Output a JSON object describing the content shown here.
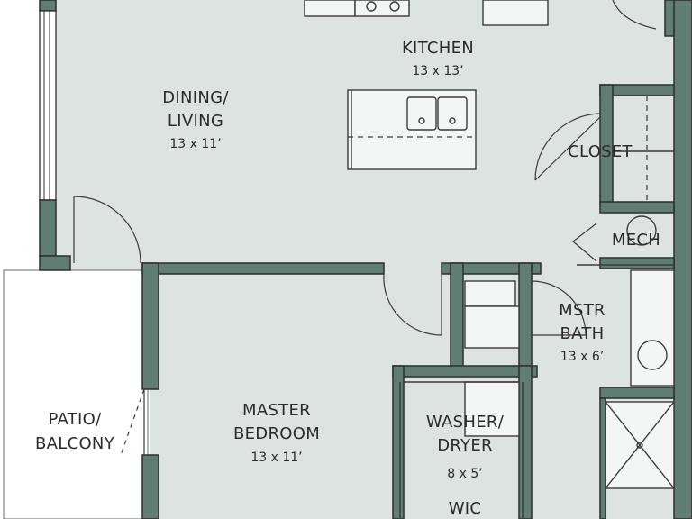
{
  "rooms": {
    "kitchen": {
      "name": "KITCHEN",
      "size": "13 x 13’"
    },
    "dining_living": {
      "name_line1": "DINING/",
      "name_line2": "LIVING",
      "size": "13 x 11’"
    },
    "closet": {
      "name": "CLOSET"
    },
    "mech": {
      "name": "MECH"
    },
    "master_bath": {
      "name_line1": "MSTR",
      "name_line2": "BATH",
      "size": "13 x 6’"
    },
    "patio_balcony": {
      "name_line1": "PATIO/",
      "name_line2": "BALCONY"
    },
    "master_bedroom": {
      "name_line1": "MASTER",
      "name_line2": "BEDROOM",
      "size": "13 x 11’"
    },
    "washer_dryer": {
      "name_line1": "WASHER/",
      "name_line2": "DRYER",
      "size": "8 x 5’"
    },
    "wic": {
      "name": "WIC"
    }
  },
  "colors": {
    "floor": "#dde3e0",
    "wall": "#5f7d72",
    "exterior": "#ffffff",
    "text": "#2b2b2b"
  }
}
